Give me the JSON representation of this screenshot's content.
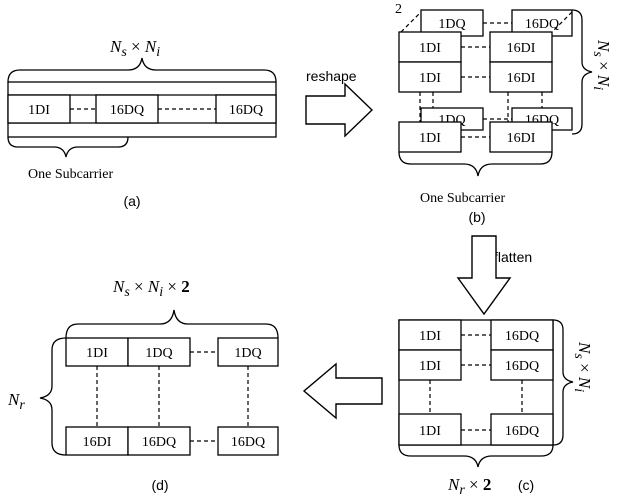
{
  "panel_a": {
    "top_label": "N_s × N_i",
    "cells": [
      "1DI",
      "16DQ",
      "16DQ"
    ],
    "bottom_label": "One Subcarrier",
    "caption": "(a)"
  },
  "panel_b": {
    "depth_label": "2",
    "back_cells": [
      "1DQ",
      "16DQ",
      "1DQ",
      "16DQ"
    ],
    "front_cells": [
      "1DI",
      "16DI",
      "1DI",
      "16DI",
      "1DI",
      "16DI"
    ],
    "side_label": "N_s × N_i",
    "bottom_label": "One Subcarrier",
    "caption": "(b)"
  },
  "panel_c": {
    "cells": [
      "1DI",
      "16DQ",
      "1DI",
      "16DQ",
      "1DI",
      "16DQ"
    ],
    "side_label": "N_s × N_i",
    "bottom_label": "N_r × 2",
    "caption": "(c)"
  },
  "panel_d": {
    "top_label": "N_s × N_i × 2",
    "row1": [
      "1DI",
      "1DQ",
      "1DQ"
    ],
    "row2": [
      "16DI",
      "16DQ",
      "16DQ"
    ],
    "side_label": "N_r",
    "caption": "(d)"
  },
  "arrows": {
    "reshape": "reshape",
    "flatten": "flatten"
  }
}
